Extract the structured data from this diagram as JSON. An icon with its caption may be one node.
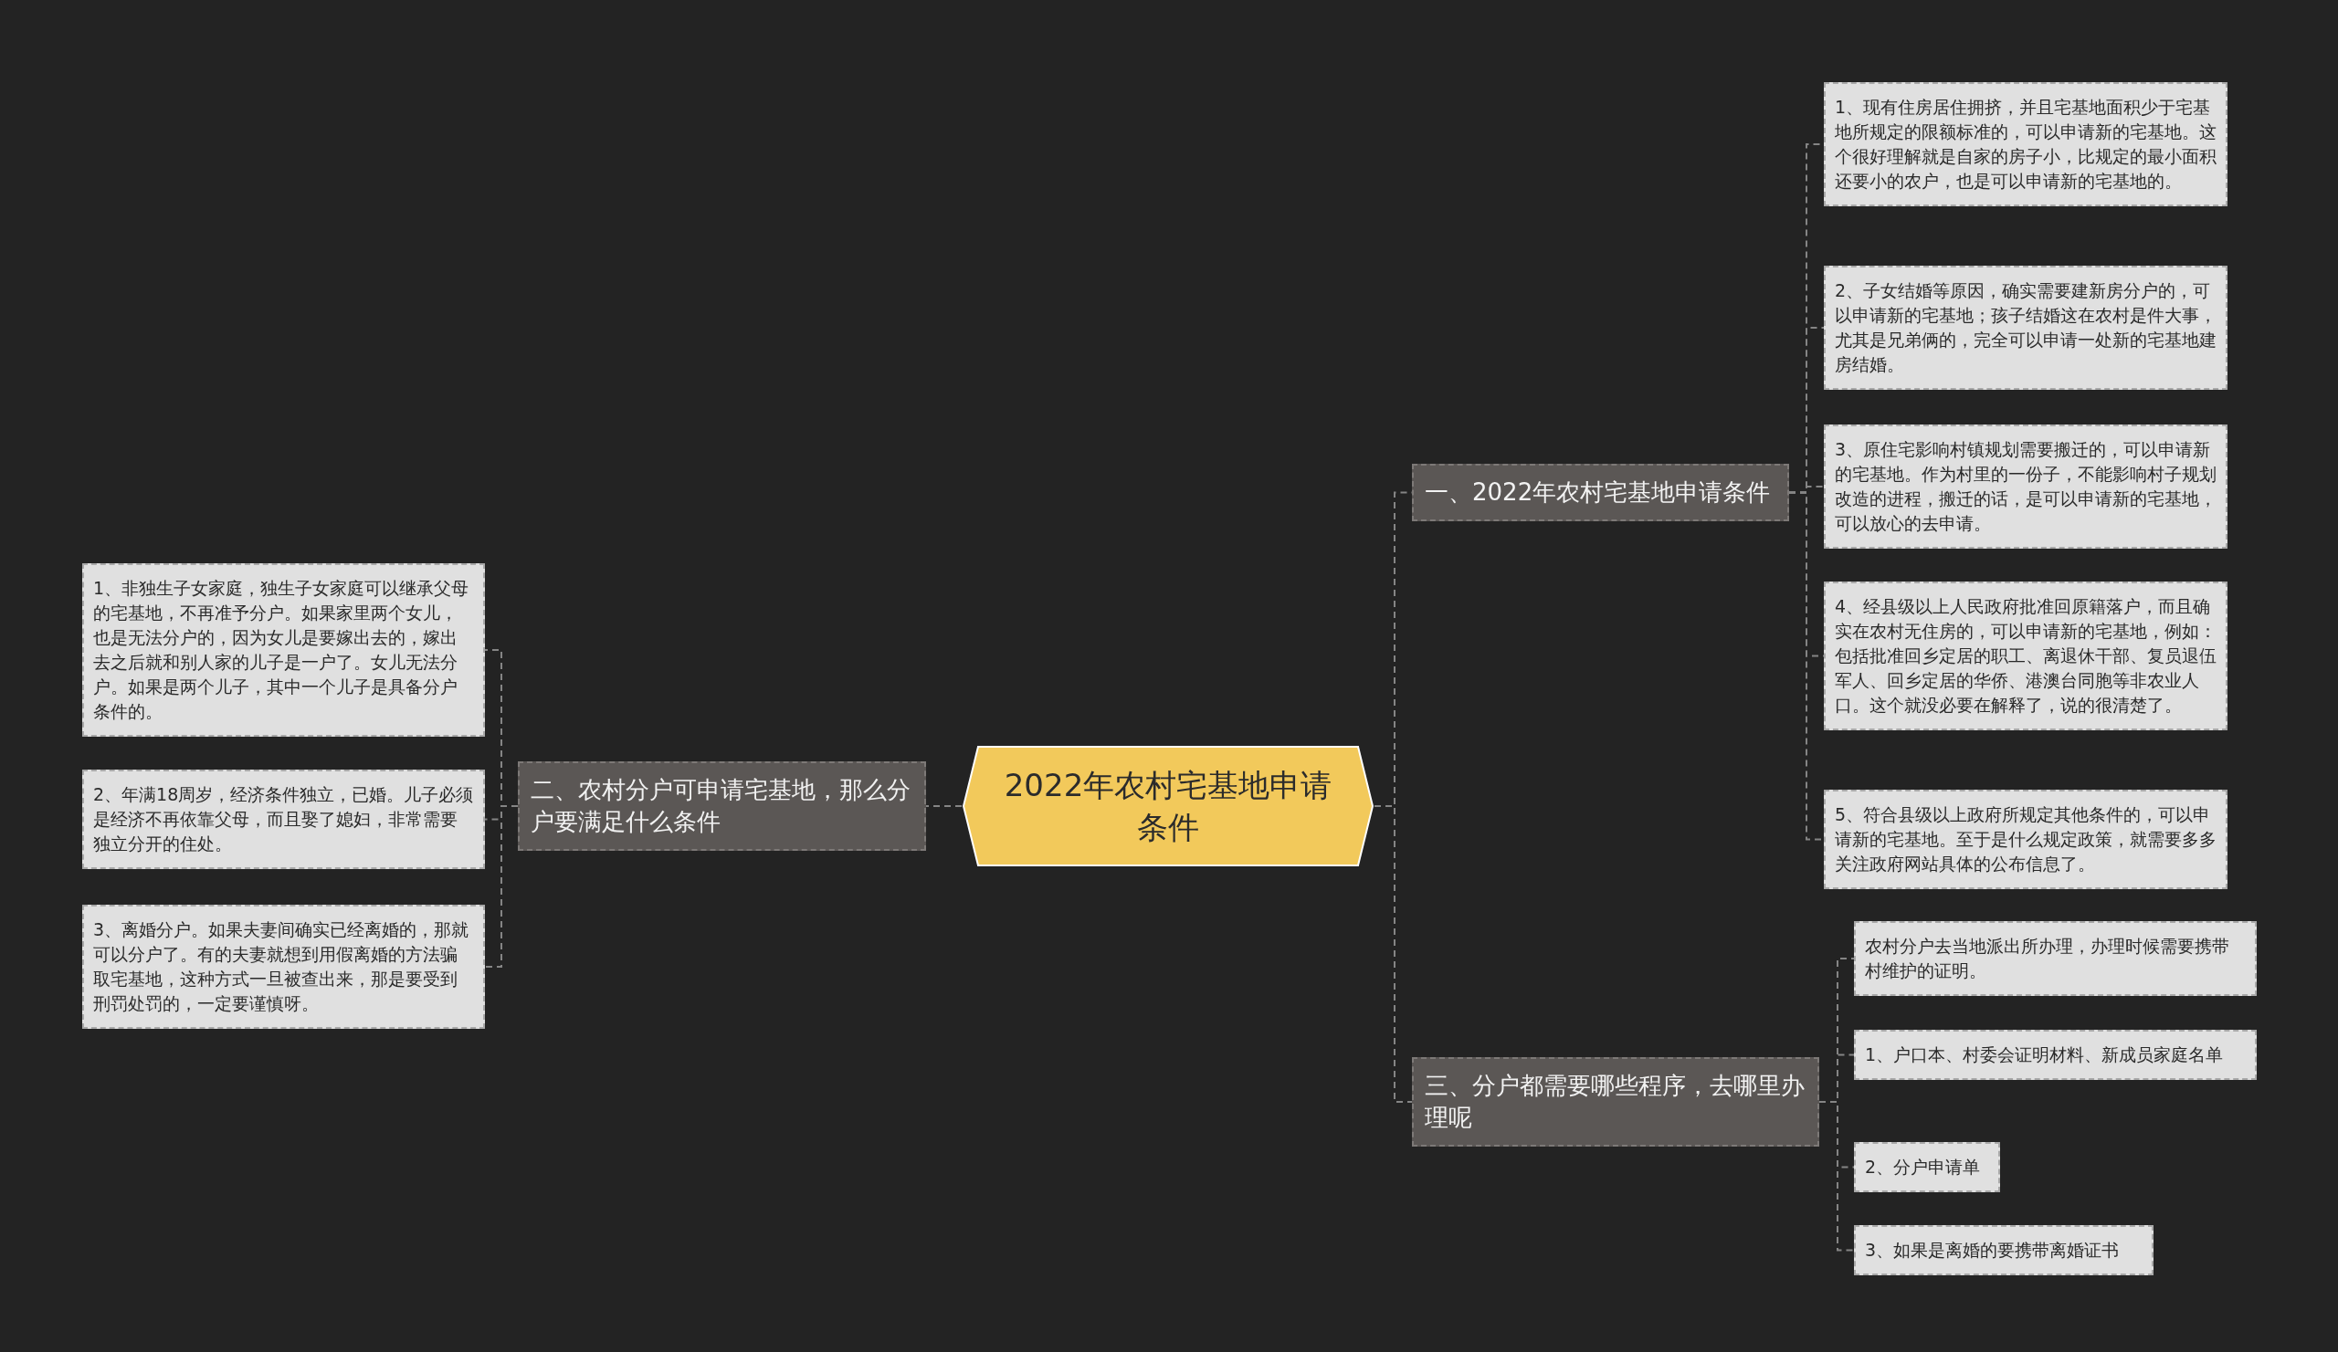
{
  "diagram": {
    "nodes": [
      {
        "text": [
          "2022年农村宅基地申请条件"
        ]
      },
      {
        "text": [
          "一、2022年农村宅基地申请条件"
        ]
      },
      {
        "text": [
          "1、现有住房居住拥挤，并且宅基地面积少于宅基地所规定的限额标准的，可以申请新的宅基地。这个很好理解就是自家的房子小，比规定的最小面积还要小的农户，也是可以申请新的宅基地的。"
        ]
      },
      {
        "text": [
          "2、子女结婚等原因，确实需要建新房分户的，可以申请新的宅基地；孩子结婚这在农村是件大事，尤其是兄弟俩的，完全可以申请一处新的宅基地建房结婚。"
        ]
      },
      {
        "text": [
          "3、原住宅影响村镇规划需要搬迁的，可以申请新的宅基地。作为村里的一份子，不能影响村子规划改造的进程，搬迁的话，是可以申请新的宅基地，可以放心的去申请。"
        ]
      },
      {
        "text": [
          "4、经县级以上人民政府批准回原籍落户，而且确实在农村无住房的，可以申请新的宅基地，例如：包括批准回乡定居的职工、离退休干部、复员退伍军人、回乡定居的华侨、港澳台同胞等非农业人口。这个就没必要在解释了，说的很清楚了。"
        ]
      },
      {
        "text": [
          "5、符合县级以上政府所规定其他条件的，可以申请新的宅基地。至于是什么规定政策，就需要多多关注政府网站具体的公布信息了。"
        ]
      },
      {
        "text": [
          "二、农村分户可申请宅基地，那么分户要满足什么条件"
        ]
      },
      {
        "text": [
          "1、非独生子女家庭，独生子女家庭可以继承父母的宅基地，不再准予分户。如果家里两个女儿，也是无法分户的，因为女儿是要嫁出去的，嫁出去之后就和别人家的儿子是一户了。女儿无法分户。如果是两个儿子，其中一个儿子是具备分户条件的。"
        ]
      },
      {
        "text": [
          "2、年满18周岁，经济条件独立，已婚。儿子必须是经济不再依靠父母，而且娶了媳妇，非常需要独立分开的住处。"
        ]
      },
      {
        "text": [
          "3、离婚分户。如果夫妻间确实已经离婚的，那就可以分户了。有的夫妻就想到用假离婚的方法骗取宅基地，这种方式一旦被查出来，那是要受到刑罚处罚的，一定要谨慎呀。"
        ]
      },
      {
        "text": [
          "三、分户都需要哪些程序，去哪里办理呢"
        ]
      },
      {
        "text": [
          "农村分户去当地派出所办理，办理时候需要携带村维护的证明。"
        ]
      },
      {
        "text": [
          "1、户口本、村委会证明材料、新成员家庭名单"
        ]
      },
      {
        "text": [
          "2、分户申请单"
        ]
      },
      {
        "text": [
          "3、如果是离婚的要携带离婚证书"
        ]
      }
    ],
    "edges": [
      {
        "from": 0,
        "to": 1,
        "arrow": "none",
        "style": "dashed"
      },
      {
        "from": 1,
        "to": 2,
        "arrow": "none",
        "style": "dashed"
      },
      {
        "from": 1,
        "to": 3,
        "arrow": "none",
        "style": "dashed"
      },
      {
        "from": 1,
        "to": 4,
        "arrow": "none",
        "style": "dashed"
      },
      {
        "from": 1,
        "to": 5,
        "arrow": "none",
        "style": "dashed"
      },
      {
        "from": 1,
        "to": 6,
        "arrow": "none",
        "style": "dashed"
      },
      {
        "from": 0,
        "to": 7,
        "arrow": "none",
        "style": "dashed"
      },
      {
        "from": 7,
        "to": 8,
        "arrow": "none",
        "style": "dashed"
      },
      {
        "from": 7,
        "to": 9,
        "arrow": "none",
        "style": "dashed"
      },
      {
        "from": 7,
        "to": 10,
        "arrow": "none",
        "style": "dashed"
      },
      {
        "from": 0,
        "to": 11,
        "arrow": "none",
        "style": "dashed"
      },
      {
        "from": 11,
        "to": 12,
        "arrow": "none",
        "style": "dashed"
      },
      {
        "from": 11,
        "to": 13,
        "arrow": "none",
        "style": "dashed"
      },
      {
        "from": 11,
        "to": 14,
        "arrow": "none",
        "style": "dashed"
      },
      {
        "from": 11,
        "to": 15,
        "arrow": "none",
        "style": "dashed"
      }
    ]
  }
}
